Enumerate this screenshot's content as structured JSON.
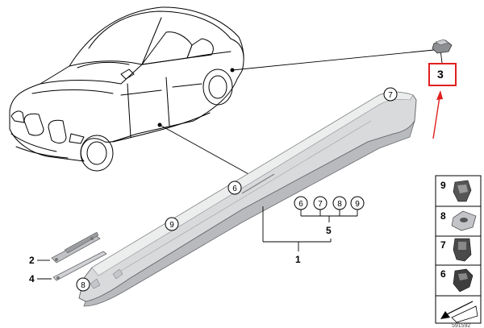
{
  "callouts": {
    "c1": "1",
    "c2": "2",
    "c3": "3",
    "c4": "4",
    "c5": "5",
    "c6_top": "6",
    "c7_top": "7",
    "c8_bottom": "8",
    "c9_left": "9"
  },
  "group_5": [
    "6",
    "7",
    "8",
    "9"
  ],
  "legend": {
    "items": [
      {
        "label": "9",
        "icon": "clip-icon"
      },
      {
        "label": "8",
        "icon": "nut-clip-icon"
      },
      {
        "label": "7",
        "icon": "bracket-clip-icon"
      },
      {
        "label": "6",
        "icon": "expansion-clip-icon"
      }
    ],
    "footer_icon": "hinweis-arrow-icon"
  },
  "reference": "591592",
  "colors": {
    "highlight": "#e11f1f",
    "line": "#000000",
    "part_fill": "#d9dadc",
    "part_shade": "#b8babd"
  }
}
